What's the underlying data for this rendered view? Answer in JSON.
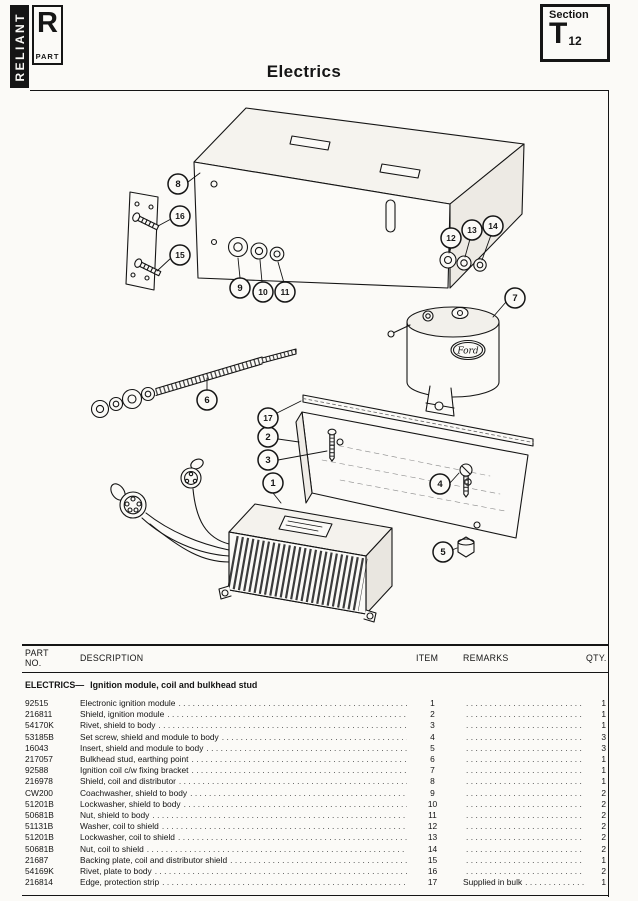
{
  "header": {
    "brand": "RELIANT",
    "logo": {
      "letter": "R",
      "word": "PART"
    },
    "title": "Electrics",
    "section": {
      "label": "Section",
      "letter": "T",
      "number": "12"
    }
  },
  "diagram": {
    "coil_logo": "Ford",
    "callouts": [
      "1",
      "2",
      "3",
      "4",
      "5",
      "6",
      "7",
      "8",
      "9",
      "10",
      "11",
      "12",
      "13",
      "14",
      "15",
      "16",
      "17"
    ]
  },
  "table": {
    "columns": {
      "part_line1": "PART",
      "part_line2": "NO.",
      "description": "DESCRIPTION",
      "item": "ITEM",
      "remarks": "REMARKS",
      "qty": "QTY."
    },
    "group": {
      "name": "ELECTRICS—",
      "subtitle": "Ignition module, coil and bulkhead stud"
    },
    "rows": [
      {
        "part_no": "92515",
        "description": "Electronic ignition module",
        "item": "1",
        "remarks": "",
        "qty": "1"
      },
      {
        "part_no": "216811",
        "description": "Shield, ignition module",
        "item": "2",
        "remarks": "",
        "qty": "1"
      },
      {
        "part_no": "54170K",
        "description": "Rivet, shield to body",
        "item": "3",
        "remarks": "",
        "qty": "1"
      },
      {
        "part_no": "53185B",
        "description": "Set screw, shield and module to body",
        "item": "4",
        "remarks": "",
        "qty": "3"
      },
      {
        "part_no": "16043",
        "description": "Insert, shield and module to body",
        "item": "5",
        "remarks": "",
        "qty": "3"
      },
      {
        "part_no": "217057",
        "description": "Bulkhead stud, earthing point",
        "item": "6",
        "remarks": "",
        "qty": "1"
      },
      {
        "part_no": "92588",
        "description": "Ignition coil c/w fixing bracket",
        "item": "7",
        "remarks": "",
        "qty": "1"
      },
      {
        "part_no": "216978",
        "description": "Shield, coil and distributor",
        "item": "8",
        "remarks": "",
        "qty": "1"
      },
      {
        "part_no": "CW200",
        "description": "Coachwasher, shield to body",
        "item": "9",
        "remarks": "",
        "qty": "2"
      },
      {
        "part_no": "51201B",
        "description": "Lockwasher, shield to body",
        "item": "10",
        "remarks": "",
        "qty": "2"
      },
      {
        "part_no": "50681B",
        "description": "Nut, shield to body",
        "item": "11",
        "remarks": "",
        "qty": "2"
      },
      {
        "part_no": "51131B",
        "description": "Washer, coil to shield",
        "item": "12",
        "remarks": "",
        "qty": "2"
      },
      {
        "part_no": "51201B",
        "description": "Lockwasher, coil to shield",
        "item": "13",
        "remarks": "",
        "qty": "2"
      },
      {
        "part_no": "50681B",
        "description": "Nut, coil to shield",
        "item": "14",
        "remarks": "",
        "qty": "2"
      },
      {
        "part_no": "21687",
        "description": "Backing plate, coil and distributor shield",
        "item": "15",
        "remarks": "",
        "qty": "1"
      },
      {
        "part_no": "54169K",
        "description": "Rivet, plate to body",
        "item": "16",
        "remarks": "",
        "qty": "2"
      },
      {
        "part_no": "216814",
        "description": "Edge, protection strip",
        "item": "17",
        "remarks": "Supplied in bulk",
        "qty": "1"
      }
    ]
  }
}
